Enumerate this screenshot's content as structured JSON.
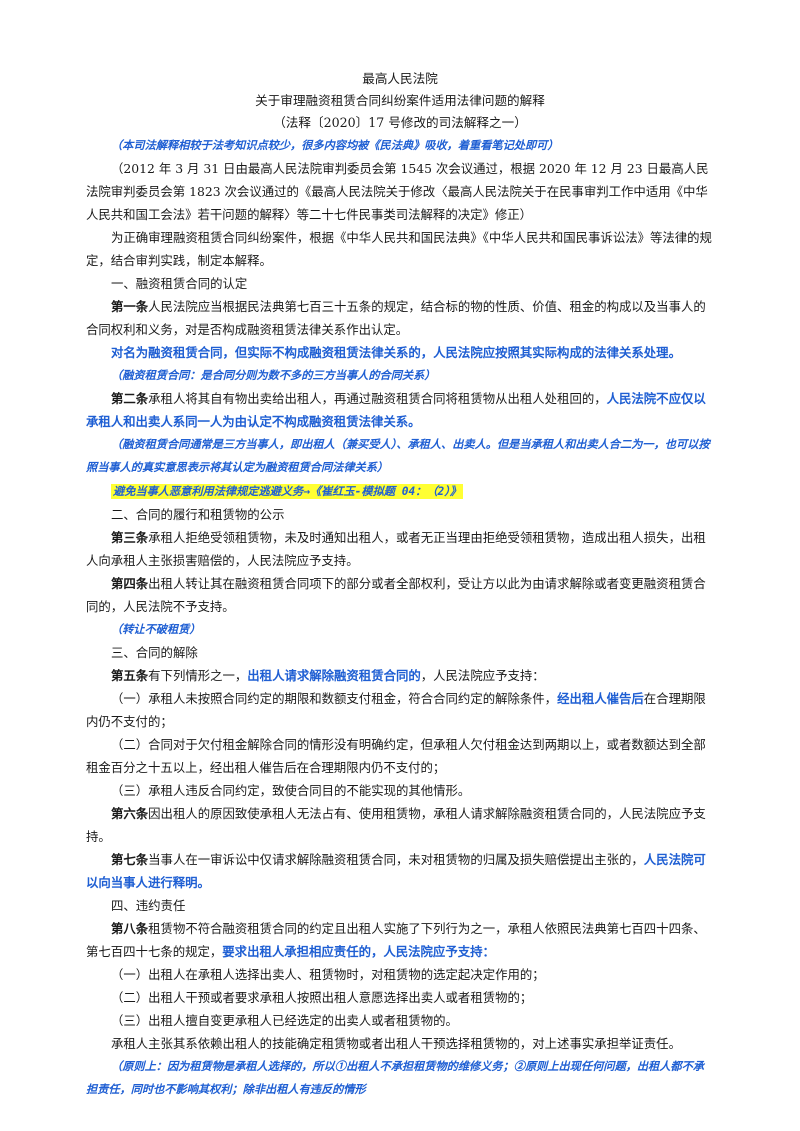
{
  "doc": {
    "court": "最高人民法院",
    "title": "关于审理融资租赁合同纠纷案件适用法律问题的解释",
    "subtitle": "（法释〔2020〕17 号修改的司法解释之一）",
    "intro_note": "（本司法解释相较于法考知识点较少，很多内容均被《民法典》吸收，着重看笔记处即可）",
    "history": "（2012 年 3 月 31 日由最高人民法院审判委员会第 1545 次会议通过，根据 2020 年 12 月 23 日最高人民法院审判委员会第 1823 次会议通过的《最高人民法院关于修改〈最高人民法院关于在民事审判工作中适用《中华人民共和国工会法》若干问题的解释〉等二十七件民事类司法解释的决定》修正）",
    "preamble": "为正确审理融资租赁合同纠纷案件，根据《中华人民共和国民法典》《中华人民共和国民事诉讼法》等法律的规定，结合审判实践，制定本解释。",
    "sec1": "一、融资租赁合同的认定",
    "a1_label": "第一条",
    "a1_text": "人民法院应当根据民法典第七百三十五条的规定，结合标的物的性质、价值、租金的构成以及当事人的合同权利和义务，对是否构成融资租赁法律关系作出认定。",
    "a1_note": "对名为融资租赁合同，但实际不构成融资租赁法律关系的，人民法院应按照其实际构成的法律关系处理。",
    "a1_note2": "（融资租赁合同：是合同分则为数不多的三方当事人的合同关系）",
    "a2_label": "第二条",
    "a2_text": "承租人将其自有物出卖给出租人，再通过融资租赁合同将租赁物从出租人处租回的，",
    "a2_blue": "人民法院不应仅以承租人和出卖人系同一人为由认定不构成融资租赁法律关系。",
    "a2_note": "（融资租赁合同通常是三方当事人，即出租人（兼买受人）、承租人、出卖人。但是当承租人和出卖人合二为一，也可以按照当事人的真实意思表示将其认定为融资租赁合同法律关系）",
    "a2_hl": "避免当事人恶意利用法律规定逃避义务→《崔红玉-模拟题 04：（2）》",
    "sec2": "二、合同的履行和租赁物的公示",
    "a3_label": "第三条",
    "a3_text": "承租人拒绝受领租赁物，未及时通知出租人，或者无正当理由拒绝受领租赁物，造成出租人损失，出租人向承租人主张损害赔偿的，人民法院应予支持。",
    "a4_label": "第四条",
    "a4_text": "出租人转让其在融资租赁合同项下的部分或者全部权利，受让方以此为由请求解除或者变更融资租赁合同的，人民法院不予支持。",
    "a4_note": "（转让不破租赁）",
    "sec3": "三、合同的解除",
    "a5_label": "第五条",
    "a5_pre": "有下列情形之一，",
    "a5_blue": "出租人请求解除融资租赁合同的",
    "a5_post": "，人民法院应予支持：",
    "a5_i1_pre": "（一）承租人未按照合同约定的期限和数额支付租金，符合合同约定的解除条件，",
    "a5_i1_blue": "经出租人催告后",
    "a5_i1_post": "在合理期限内仍不支付的；",
    "a5_i2": "（二）合同对于欠付租金解除合同的情形没有明确约定，但承租人欠付租金达到两期以上，或者数额达到全部租金百分之十五以上，经出租人催告后在合理期限内仍不支付的；",
    "a5_i3": "（三）承租人违反合同约定，致使合同目的不能实现的其他情形。",
    "a6_label": "第六条",
    "a6_text": "因出租人的原因致使承租人无法占有、使用租赁物，承租人请求解除融资租赁合同的，人民法院应予支持。",
    "a7_label": "第七条",
    "a7_text": "当事人在一审诉讼中仅请求解除融资租赁合同，未对租赁物的归属及损失赔偿提出主张的，",
    "a7_blue": "人民法院可以向当事人进行释明。",
    "sec4": "四、违约责任",
    "a8_label": "第八条",
    "a8_text": "租赁物不符合融资租赁合同的约定且出租人实施了下列行为之一，承租人依照民法典第七百四十四条、第七百四十七条的规定，",
    "a8_blue": "要求出租人承担相应责任的，人民法院应予支持：",
    "a8_i1": "（一）出租人在承租人选择出卖人、租赁物时，对租赁物的选定起决定作用的；",
    "a8_i2": "（二）出租人干预或者要求承租人按照出租人意愿选择出卖人或者租赁物的；",
    "a8_i3": "（三）出租人擅自变更承租人已经选定的出卖人或者租赁物的。",
    "a8_burden": "承租人主张其系依赖出租人的技能确定租赁物或者出租人干预选择租赁物的，对上述事实承担举证责任。",
    "a8_note": "（原则上：因为租赁物是承租人选择的，所以①出租人不承担租赁物的维修义务；②原则上出现任何问题，出租人都不承担责任，同时也不影响其权利；除非出租人有违反的情形"
  }
}
